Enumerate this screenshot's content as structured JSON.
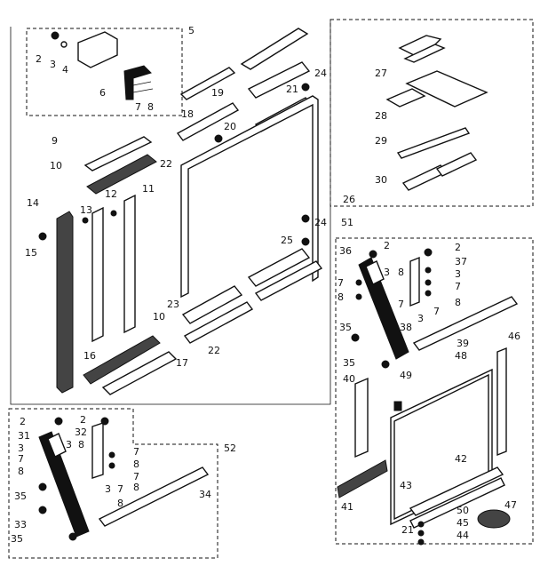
{
  "labels": {
    "l2a": "2",
    "l3a": "3",
    "l4": "4",
    "l5": "5",
    "l6": "6",
    "l7a": "7",
    "l8a": "8",
    "l9": "9",
    "l10a": "10",
    "l11": "11",
    "l12": "12",
    "l13": "13",
    "l14": "14",
    "l15": "15",
    "l16": "16",
    "l17": "17",
    "l18": "18",
    "l19": "19",
    "l20": "20",
    "l21a": "21",
    "l22a": "22",
    "l22b": "22",
    "l23": "23",
    "l24a": "24",
    "l24b": "24",
    "l25": "25",
    "l26": "26",
    "l27": "27",
    "l28": "28",
    "l29": "29",
    "l30": "30",
    "l51": "51",
    "l36": "36",
    "l2b": "2",
    "l2c": "2",
    "l37": "37",
    "l3b": "3",
    "l8b": "8",
    "l7b": "7",
    "l8c": "8",
    "l3c": "3",
    "l7c": "7",
    "l3d": "3",
    "l7d": "7",
    "l8d": "8",
    "l35a": "35",
    "l38": "38",
    "l39": "39",
    "l46": "46",
    "l35b": "35",
    "l40": "40",
    "l49": "49",
    "l48": "48",
    "l10b": "10",
    "l41": "41",
    "l42": "42",
    "l43": "43",
    "l50": "50",
    "l45": "45",
    "l21b": "21",
    "l44": "44",
    "l47": "47",
    "l2d": "2",
    "l31": "31",
    "l3e": "3",
    "l7e": "7",
    "l8e": "8",
    "l35c": "35",
    "l2e": "2",
    "l32": "32",
    "l3f": "3",
    "l8f": "8",
    "l7f": "7",
    "l8g": "8",
    "l7g": "7",
    "l8h": "8",
    "l3g": "3",
    "l7h": "7",
    "l8i": "8",
    "l52": "52",
    "l34": "34",
    "l33": "33",
    "l35d": "35"
  }
}
